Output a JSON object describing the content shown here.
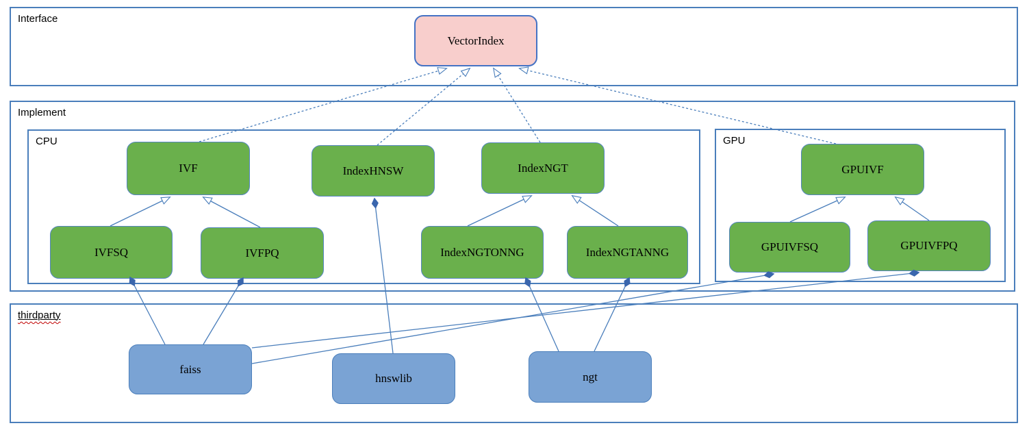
{
  "diagram": {
    "containers": {
      "interface": {
        "label": "Interface"
      },
      "implement": {
        "label": "Implement"
      },
      "cpu": {
        "label": "CPU"
      },
      "gpu": {
        "label": "GPU"
      },
      "thirdparty": {
        "label": "thirdparty"
      }
    },
    "nodes": {
      "vectorindex": {
        "label": "VectorIndex",
        "type": "interface"
      },
      "ivf": {
        "label": "IVF",
        "type": "cpu-class"
      },
      "indexhnsw": {
        "label": "IndexHNSW",
        "type": "cpu-class"
      },
      "indexngt": {
        "label": "IndexNGT",
        "type": "cpu-class"
      },
      "ivfsq": {
        "label": "IVFSQ",
        "type": "cpu-class"
      },
      "ivfpq": {
        "label": "IVFPQ",
        "type": "cpu-class"
      },
      "indexngtonng": {
        "label": "IndexNGTONNG",
        "type": "cpu-class"
      },
      "indexngtanng": {
        "label": "IndexNGTANNG",
        "type": "cpu-class"
      },
      "gpuivf": {
        "label": "GPUIVF",
        "type": "gpu-class"
      },
      "gpuivfsq": {
        "label": "GPUIVFSQ",
        "type": "gpu-class"
      },
      "gpuivfpq": {
        "label": "GPUIVFPQ",
        "type": "gpu-class"
      },
      "faiss": {
        "label": "faiss",
        "type": "thirdparty-lib"
      },
      "hnswlib": {
        "label": "hnswlib",
        "type": "thirdparty-lib"
      },
      "ngt": {
        "label": "ngt",
        "type": "thirdparty-lib"
      }
    },
    "edges": [
      {
        "from": "IVF",
        "to": "VectorIndex",
        "kind": "realization"
      },
      {
        "from": "IndexHNSW",
        "to": "VectorIndex",
        "kind": "realization"
      },
      {
        "from": "IndexNGT",
        "to": "VectorIndex",
        "kind": "realization"
      },
      {
        "from": "GPUIVF",
        "to": "VectorIndex",
        "kind": "realization"
      },
      {
        "from": "IVFSQ",
        "to": "IVF",
        "kind": "inheritance"
      },
      {
        "from": "IVFPQ",
        "to": "IVF",
        "kind": "inheritance"
      },
      {
        "from": "IndexNGTONNG",
        "to": "IndexNGT",
        "kind": "inheritance"
      },
      {
        "from": "IndexNGTANNG",
        "to": "IndexNGT",
        "kind": "inheritance"
      },
      {
        "from": "GPUIVFSQ",
        "to": "GPUIVF",
        "kind": "inheritance"
      },
      {
        "from": "GPUIVFPQ",
        "to": "GPUIVF",
        "kind": "inheritance"
      },
      {
        "from": "faiss",
        "to": "IVFSQ",
        "kind": "composition"
      },
      {
        "from": "faiss",
        "to": "IVFPQ",
        "kind": "composition"
      },
      {
        "from": "faiss",
        "to": "GPUIVFSQ",
        "kind": "composition"
      },
      {
        "from": "faiss",
        "to": "GPUIVFPQ",
        "kind": "composition"
      },
      {
        "from": "hnswlib",
        "to": "IndexHNSW",
        "kind": "composition"
      },
      {
        "from": "ngt",
        "to": "IndexNGTONNG",
        "kind": "composition"
      },
      {
        "from": "ngt",
        "to": "IndexNGTANNG",
        "kind": "composition"
      }
    ],
    "colors": {
      "interface_fill": "#f8cecc",
      "interface_border": "#4472c4",
      "class_fill": "#6ab04c",
      "thirdparty_fill": "#7aa3d4",
      "connector": "#4a7ebb",
      "diamond_fill": "#3a66ad",
      "container_border": "#4a7ebb",
      "spellcheck_underline": "#c00000"
    }
  }
}
